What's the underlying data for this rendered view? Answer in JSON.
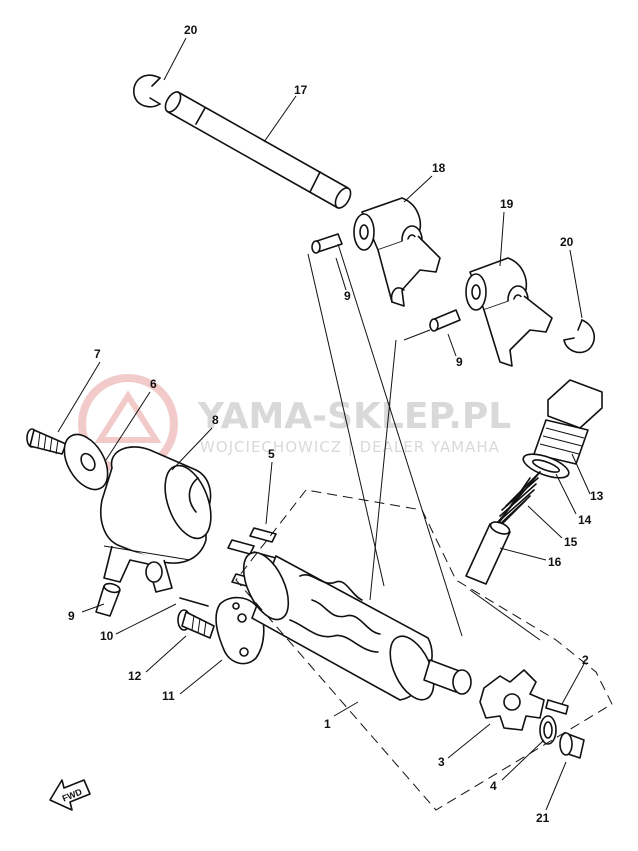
{
  "watermark": {
    "main": "YAMA-SKLEP.PL",
    "sub": "WOJCIECHOWICZ | DEALER YAMAHA"
  },
  "fwd_label": "FWD",
  "part_numbers": [
    {
      "id": "p20a",
      "label": "20"
    },
    {
      "id": "p17",
      "label": "17"
    },
    {
      "id": "p18",
      "label": "18"
    },
    {
      "id": "p19",
      "label": "19"
    },
    {
      "id": "p20b",
      "label": "20"
    },
    {
      "id": "p9a",
      "label": "9"
    },
    {
      "id": "p9b",
      "label": "9"
    },
    {
      "id": "p7",
      "label": "7"
    },
    {
      "id": "p6",
      "label": "6"
    },
    {
      "id": "p8",
      "label": "8"
    },
    {
      "id": "p13",
      "label": "13"
    },
    {
      "id": "p14",
      "label": "14"
    },
    {
      "id": "p15",
      "label": "15"
    },
    {
      "id": "p16",
      "label": "16"
    },
    {
      "id": "p5",
      "label": "5"
    },
    {
      "id": "p9c",
      "label": "9"
    },
    {
      "id": "p10",
      "label": "10"
    },
    {
      "id": "p12",
      "label": "12"
    },
    {
      "id": "p11",
      "label": "11"
    },
    {
      "id": "p1",
      "label": "1"
    },
    {
      "id": "p2",
      "label": "2"
    },
    {
      "id": "p3",
      "label": "3"
    },
    {
      "id": "p4",
      "label": "4"
    },
    {
      "id": "p21",
      "label": "21"
    }
  ],
  "colors": {
    "ink": "#111111",
    "watermark": "#d9d9d9",
    "logo_red": "#e8a0a0"
  }
}
